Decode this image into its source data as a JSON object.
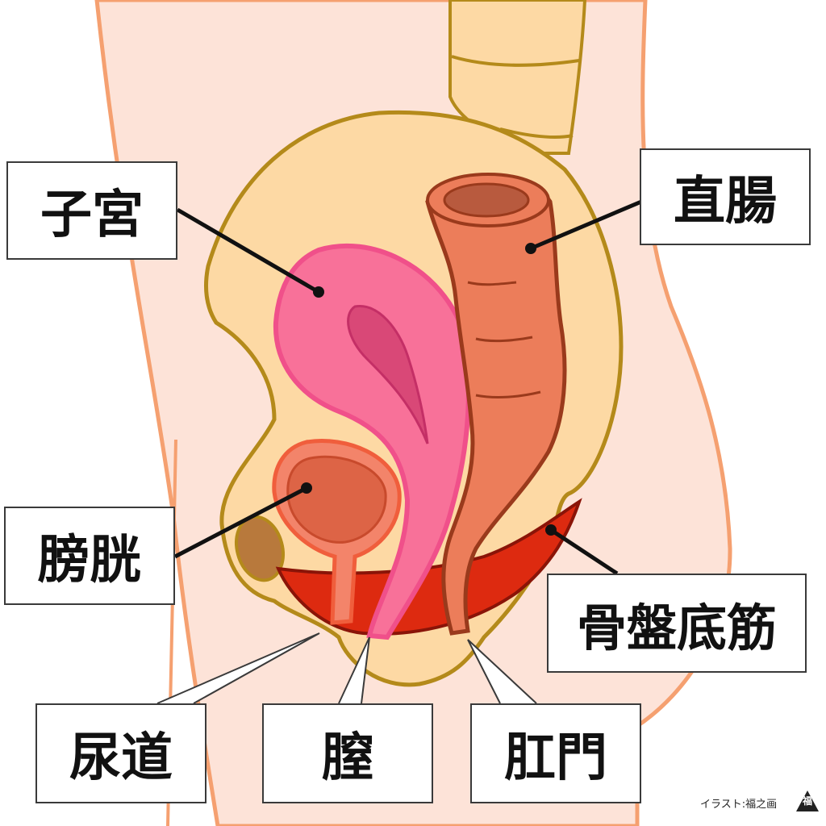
{
  "labels": {
    "uterus": "子宮",
    "rectum": "直腸",
    "bladder": "膀胱",
    "pelvic_floor": "骨盤底筋",
    "urethra": "尿道",
    "vagina": "膣",
    "anus": "肛門"
  },
  "credit": {
    "text": "イラスト:福之画",
    "logo_char": "福"
  },
  "colors": {
    "skin": "#fde3d8",
    "skin_outline": "#f5a070",
    "pelvis_fill": "#fdd9a4",
    "pelvis_outline": "#b48a1a",
    "uterus": "#f87199",
    "uterus_outline": "#f0508a",
    "bladder": "#dd6446",
    "rectum": "#ec7d5a",
    "rectum_outline": "#9a3a1c",
    "pelvic_floor_muscle": "#dd2a10",
    "bone": "#b8793c"
  }
}
